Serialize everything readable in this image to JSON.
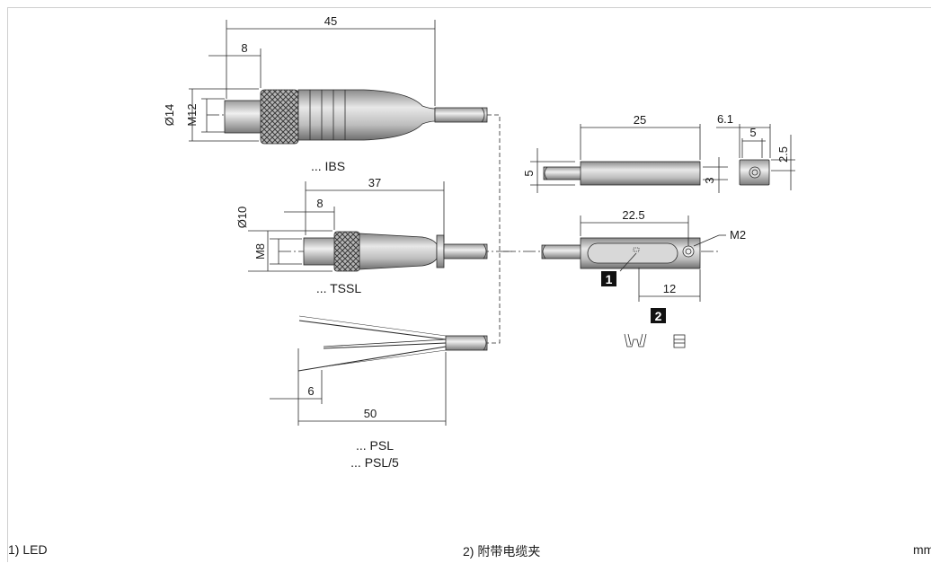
{
  "connectors": {
    "ibs": {
      "label": "... IBS",
      "dims": {
        "length": "45",
        "grip": "8",
        "diameter": "Ø14",
        "thread": "M12"
      }
    },
    "tssl": {
      "label": "... TSSL",
      "dims": {
        "length": "37",
        "grip": "8",
        "diameter": "Ø10",
        "thread": "M8"
      }
    },
    "psl": {
      "label1": "... PSL",
      "label2": "... PSL/5",
      "dims": {
        "strip": "6",
        "length": "50"
      }
    }
  },
  "sensor": {
    "dims": {
      "length": "25",
      "height": "5",
      "cable": "3",
      "width": "6.1",
      "inner": "5",
      "offset": "2.5",
      "mount": "22.5",
      "led_offset": "12",
      "screw": "M2"
    },
    "callouts": {
      "one": "1",
      "two": "2"
    }
  },
  "footer": {
    "note1": "1) LED",
    "note2": "2) 附带电缆夹",
    "unit": "mm"
  }
}
